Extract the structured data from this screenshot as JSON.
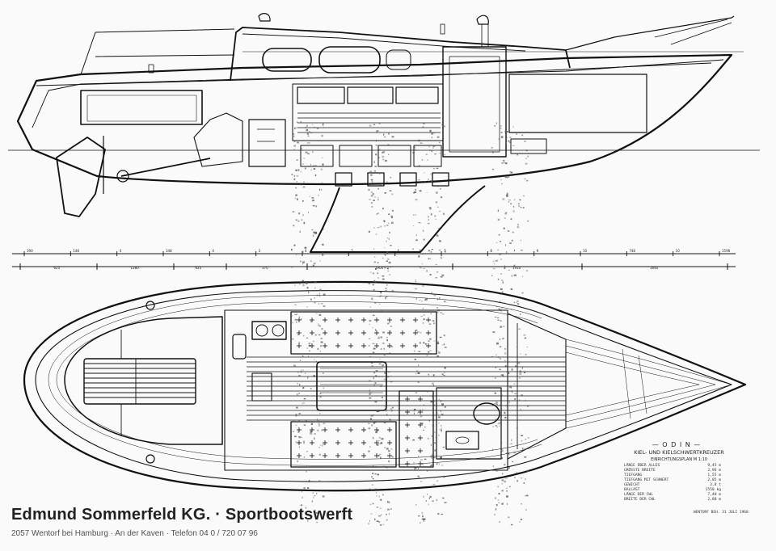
{
  "drawing": {
    "company": "Edmund Sommerfeld KG. · Sportbootswerft",
    "address": "2057 Wentorf bei Hamburg · An der Kaven · Telefon 04 0 / 720 07 96",
    "boat_name": "— O D I N —",
    "boat_subtitle": "KIEL- UND KIELSCHWERTKREUZER",
    "plan_title": "EINRICHTUNGSPLAN M 1:10",
    "specs": [
      {
        "label": "LÄNGE ÜBER ALLES",
        "value": "9,45 m"
      },
      {
        "label": "GRÖSSTE BREITE",
        "value": "2,96 m"
      },
      {
        "label": "TIEFGANG",
        "value": "1,55 m"
      },
      {
        "label": "TIEFGANG MIT SCHWERT",
        "value": "2,05 m"
      },
      {
        "label": "GEWICHT",
        "value": "3,8 t"
      },
      {
        "label": "BALLAST",
        "value": "1550 kg"
      },
      {
        "label": "LÄNGE DER CWL",
        "value": "7,40 m"
      },
      {
        "label": "BREITE DER CWL",
        "value": "2,80 m"
      }
    ],
    "date_stamp": "WENTORF BEH. 31 JULI 1968",
    "top_scale_labels": [
      "390",
      "148",
      "4",
      "348",
      "4",
      "3",
      "4",
      "5",
      "6",
      "7",
      "8",
      "9",
      "10",
      "748",
      "10",
      "1598"
    ],
    "bottom_scale_labels": [
      "625",
      "1380",
      "625",
      "370",
      "1900",
      "1910",
      "1640"
    ]
  },
  "colors": {
    "ink": "#111111",
    "paper": "#fafafa",
    "noise": "#555555"
  }
}
